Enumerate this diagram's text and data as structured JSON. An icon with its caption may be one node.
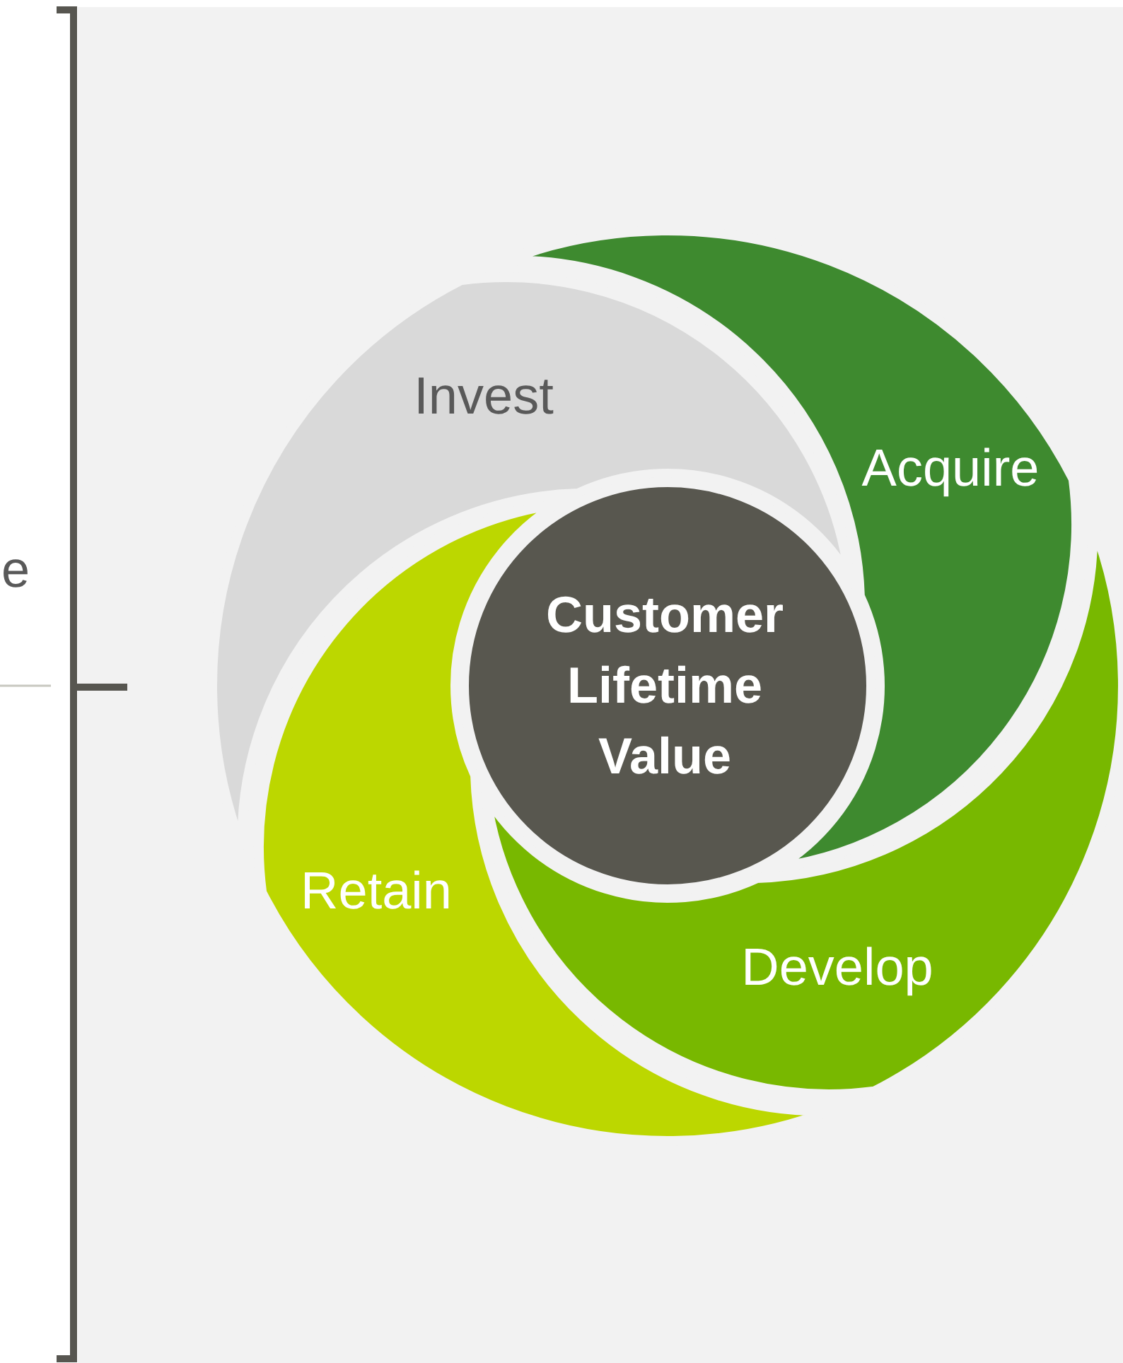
{
  "diagram": {
    "nodes": [
      {
        "text": [
          "Invest"
        ]
      },
      {
        "text": [
          "Acquire"
        ]
      },
      {
        "text": [
          "Customer Lifetime Value"
        ]
      },
      {
        "text": [
          "Retain"
        ]
      },
      {
        "text": [
          "Develop"
        ]
      }
    ],
    "labels": [
      "e"
    ]
  }
}
